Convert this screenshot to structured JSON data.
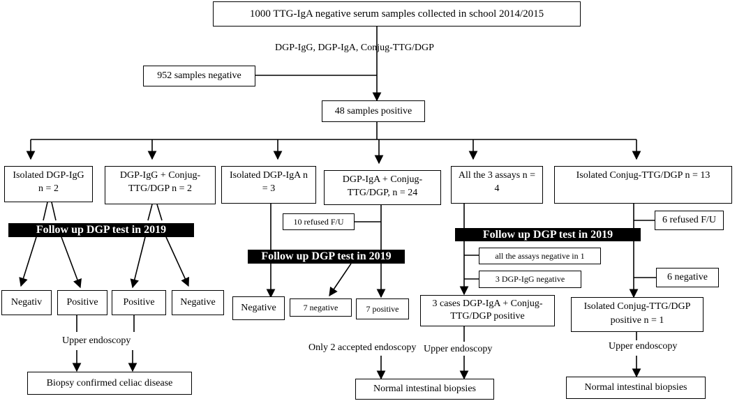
{
  "diagram": {
    "title_box": "1000 TTG-IgA negative serum samples collected in school 2014/2015",
    "assays_label": "DGP-IgG, DGP-IgA, Conjug-TTG/DGP",
    "negative_box": "952 samples negative",
    "positive_box": "48 samples positive",
    "groups": [
      {
        "label": "Isolated DGP-IgG  n = 2"
      },
      {
        "label": "DGP-IgG + Conjug-TTG/DGP n = 2"
      },
      {
        "label": "Isolated DGP-IgA n = 3"
      },
      {
        "label": "DGP-IgA  + Conjug-TTG/DGP, n = 24"
      },
      {
        "label": "All the 3 assays n = 4"
      },
      {
        "label": "Isolated Conjug-TTG/DGP n = 13"
      }
    ],
    "followup_label": "Follow up DGP test in 2019",
    "refused_10": "10 refused F/U",
    "refused_6": "6 refused F/U",
    "all_neg_1": "all the assays negative in 1",
    "dgp_igg_neg_3": "3 DGP-IgG negative",
    "six_negative": "6 negative",
    "results": {
      "negativ": "Negativ",
      "positive_a": "Positive",
      "positive_b": "Positive",
      "negative_a": "Negative",
      "negative_b": "Negative",
      "seven_negative": "7 negative",
      "seven_positive": "7 positive",
      "three_cases": "3 cases DGP-IgA + Conjug-TTG/DGP positive",
      "isolated_pos": "Isolated Conjug-TTG/DGP positive n = 1"
    },
    "upper_endoscopy": "Upper endoscopy",
    "only_two_accepted": "Only 2 accepted endoscopy",
    "biopsy_confirmed": "Biopsy confirmed celiac disease",
    "normal_biopsies": "Normal intestinal biopsies"
  }
}
